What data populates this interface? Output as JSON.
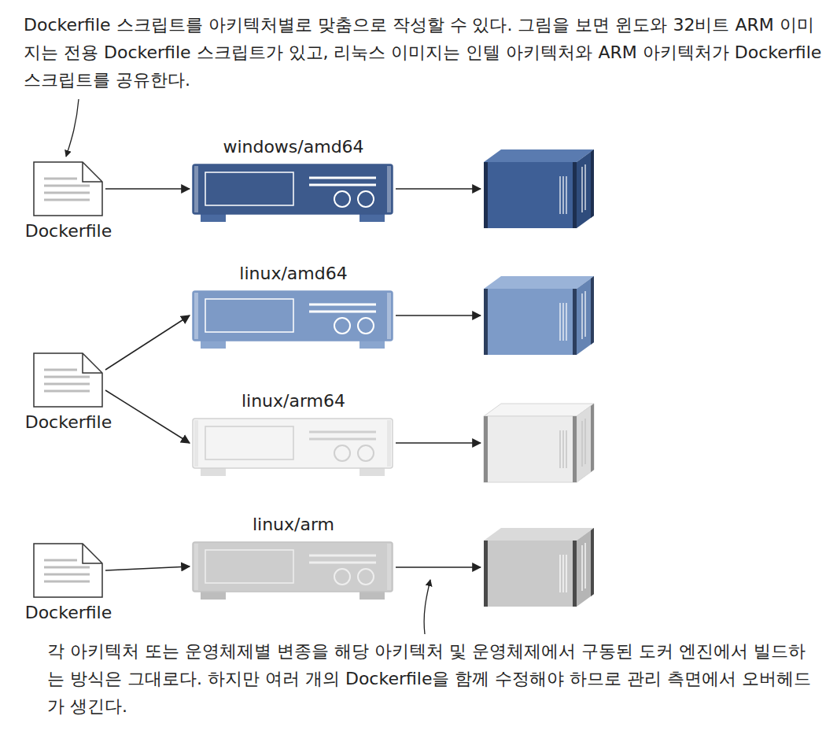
{
  "diagram": {
    "nodes": [
      {
        "text": [
          "Dockerfile"
        ]
      },
      {
        "text": [
          "windows/amd64"
        ]
      },
      {
        "text": [
          "Dockerfile"
        ]
      },
      {
        "text": [
          "linux/amd64"
        ]
      },
      {
        "text": [
          "linux/arm64"
        ]
      },
      {
        "text": [
          "Dockerfile"
        ]
      },
      {
        "text": [
          "linux/arm"
        ]
      }
    ],
    "edges": [
      {
        "from": 0,
        "to": 1,
        "arrow": "to"
      },
      {
        "from": 2,
        "to": 3,
        "arrow": "to"
      },
      {
        "from": 2,
        "to": 4,
        "arrow": "to"
      },
      {
        "from": 5,
        "to": 6,
        "arrow": "to"
      }
    ],
    "labels": [
      "Dockerfile 스크립트를 아키텍처별로 맞춤으로 작성할 수 있다. 그림을 보면 윈도와 32비트 ARM 이미지는 전용 Dockerfile 스크립트가 있고, 리눅스 이미지는 인텔 아키텍처와 ARM 아키텍처가 Dockerfile 스크립트를 공유한다.",
      "각 아키텍처 또는 운영체제별 변종을 해당 아키텍처 및 운영체제에서 구동된 도커 엔진에서 빌드하는 방식은 그대로다. 하지만 여러 개의 Dockerfile을 함께 수정해야 하므로 관리 측면에서 오버헤드가 생긴다."
    ]
  }
}
